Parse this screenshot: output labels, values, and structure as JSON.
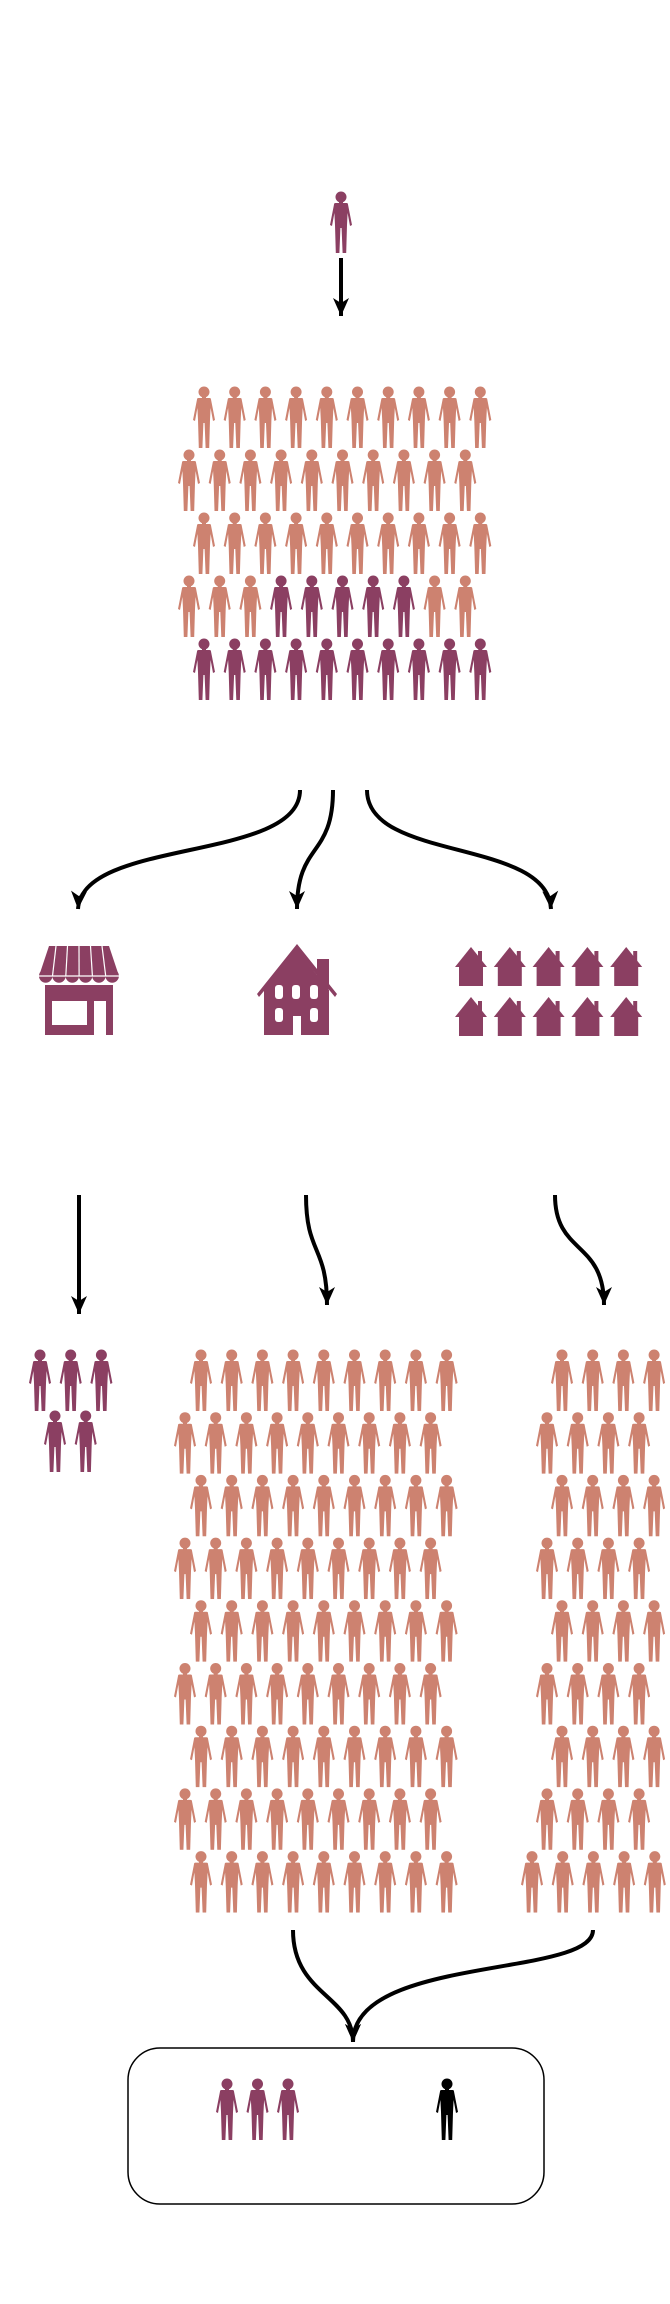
{
  "colors": {
    "highlight": "#8B3F62",
    "base": "#CD8270",
    "outcome": "#000000",
    "arrow": "#000000"
  },
  "source_person": {
    "count": 1,
    "color_key": "highlight"
  },
  "population_grid": {
    "rows": [
      "oooooooooo",
      "oooooooooo",
      "oooooooooo",
      "ooopppppoo",
      "pppppppppp"
    ],
    "highlighted_count": 15,
    "total_count": 50
  },
  "venues": [
    {
      "icon": "storefront-icon",
      "count": 1
    },
    {
      "icon": "house-icon",
      "count": 1
    },
    {
      "icon": "small-house-icon",
      "count": 10
    }
  ],
  "outcome_groups": [
    {
      "name": "venue-1-group",
      "rows": [
        3,
        2
      ],
      "color_key": "highlight"
    },
    {
      "name": "venue-2-group",
      "rows": [
        9,
        9,
        9,
        9,
        9,
        9,
        9,
        9,
        9
      ],
      "color_key": "base"
    },
    {
      "name": "venue-3-group",
      "rows": [
        4,
        4,
        4,
        4,
        4,
        4,
        4,
        4,
        5
      ],
      "color_key": "base"
    }
  ],
  "result_box": {
    "highlighted_count": 3,
    "outcome_count": 1
  }
}
